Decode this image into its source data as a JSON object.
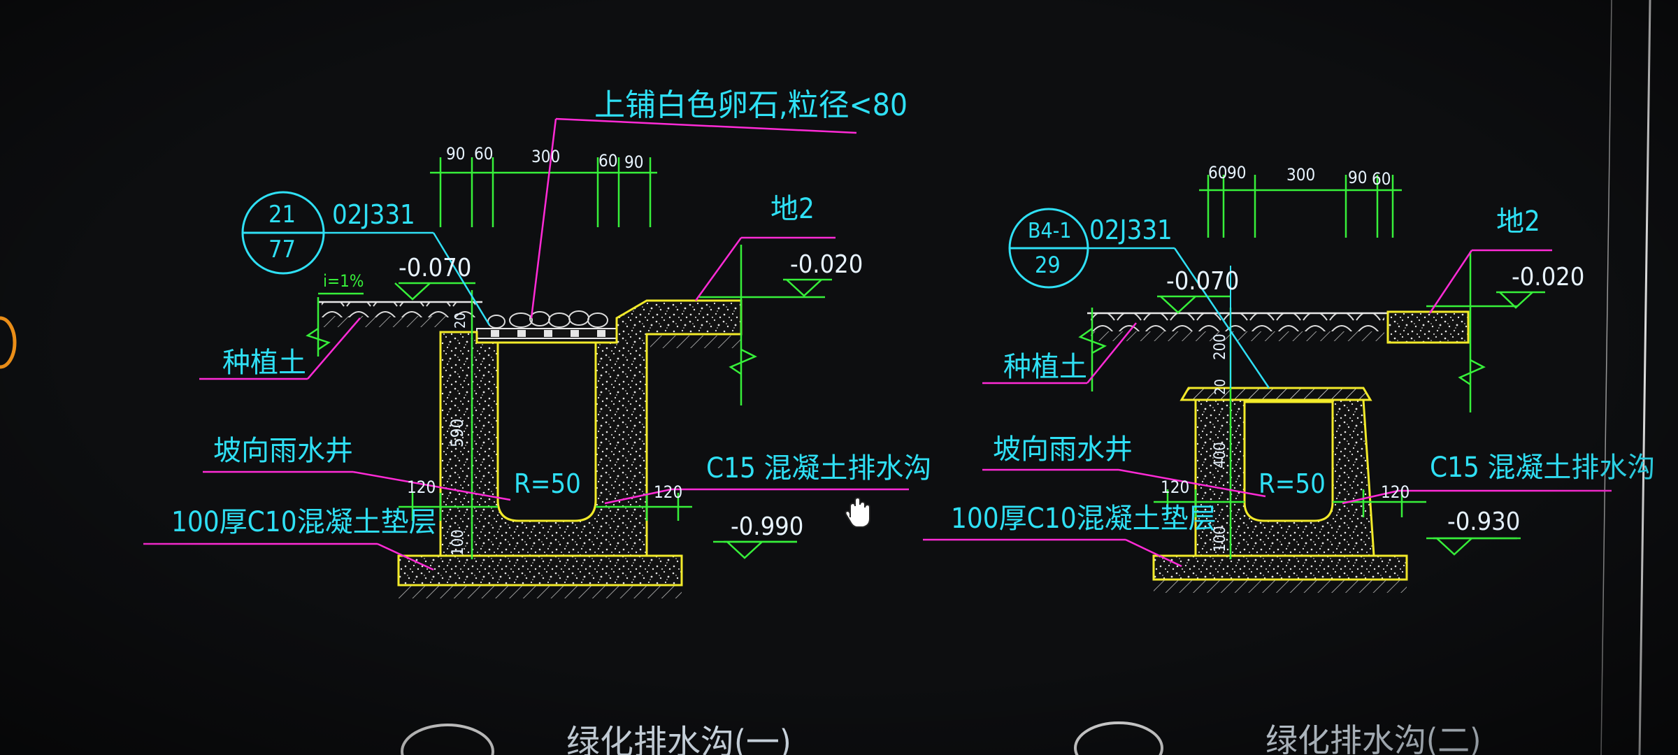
{
  "colors": {
    "background": "#0d0e10",
    "cyan_text": "#2fe0f5",
    "magenta_leader": "#ff2bd6",
    "green_dimension": "#37f03a",
    "yellow_outline": "#f2ea2a",
    "white_text": "#e8f4ff"
  },
  "detail_1": {
    "top_note": "上铺白色卵石,粒径<80",
    "dims_top": [
      "90",
      "60",
      "300",
      "60",
      "90"
    ],
    "ref_top": "21",
    "ref_bottom": "77",
    "ref_atlas": "02J331",
    "slope": "i=1%",
    "level_left": "-0.070",
    "level_right": "-0.020",
    "level_bottom": "-0.990",
    "label_ground": "地2",
    "label_soil": "种植土",
    "label_slope": "坡向雨水井",
    "label_cushion": "100厚C10混凝土垫层",
    "label_ditch": "C15 混凝土排水沟",
    "radius": "R=50",
    "dim_wall_left": "120",
    "dim_wall_right": "120",
    "dim_depth": "590",
    "dim_base": "100",
    "dim_top_small": "20"
  },
  "detail_2": {
    "dims_top": [
      "60",
      "90",
      "300",
      "90",
      "60"
    ],
    "ref_top": "B4-1",
    "ref_bottom": "29",
    "ref_atlas": "02J331",
    "level_left": "-0.070",
    "level_right": "-0.020",
    "level_bottom": "-0.930",
    "label_ground": "地2",
    "label_soil": "种植土",
    "label_slope": "坡向雨水井",
    "label_cushion": "100厚C10混凝土垫层",
    "label_ditch": "C15 混凝土排水沟",
    "radius": "R=50",
    "dim_wall_left": "120",
    "dim_wall_right": "120",
    "dim_cover": "200",
    "dim_depth": "400",
    "dim_base": "100",
    "dim_top_small": "20"
  },
  "footer": {
    "title_1": "绿化排水沟(一)",
    "title_2": "绿化排水沟(二)"
  }
}
